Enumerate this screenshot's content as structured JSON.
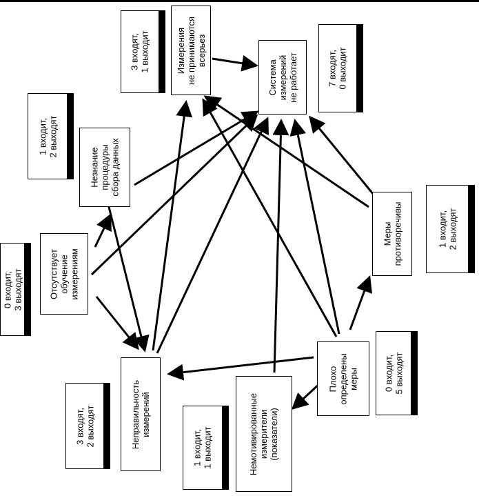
{
  "nodes": {
    "measurements_not_serious": "Измерения\nне принимаются\nвсерьез",
    "system_not_working": "Система\nизмерений\nне работает",
    "unaware_procedure": "Незнание\nпроцедуры\nсбора данных",
    "no_training": "Отсутствует\nобучение\nизмерениям",
    "incorrect_measurements": "Неправильность\nизмерений",
    "unmotivated_measurers": "Немотивированные\nизмерители\n(показатели)",
    "poorly_defined": "Плохо\nопределены\nмеры",
    "contradictory": "Меры\nпротиворечивы"
  },
  "counts": {
    "measurements_not_serious": "3 входят,\n1 выходит",
    "system_not_working": "7 входят,\n0 выходит",
    "unaware_procedure": "1 входит,\n2 выходят",
    "no_training": "0 входит,\n3 выходят",
    "incorrect_measurements": "3 входят,\n2 выходят",
    "unmotivated_measurers": "1 входит,\n1 выходит",
    "poorly_defined": "0 входит,\n5 выходят",
    "contradictory": "1 входит,\n2 выходят"
  }
}
